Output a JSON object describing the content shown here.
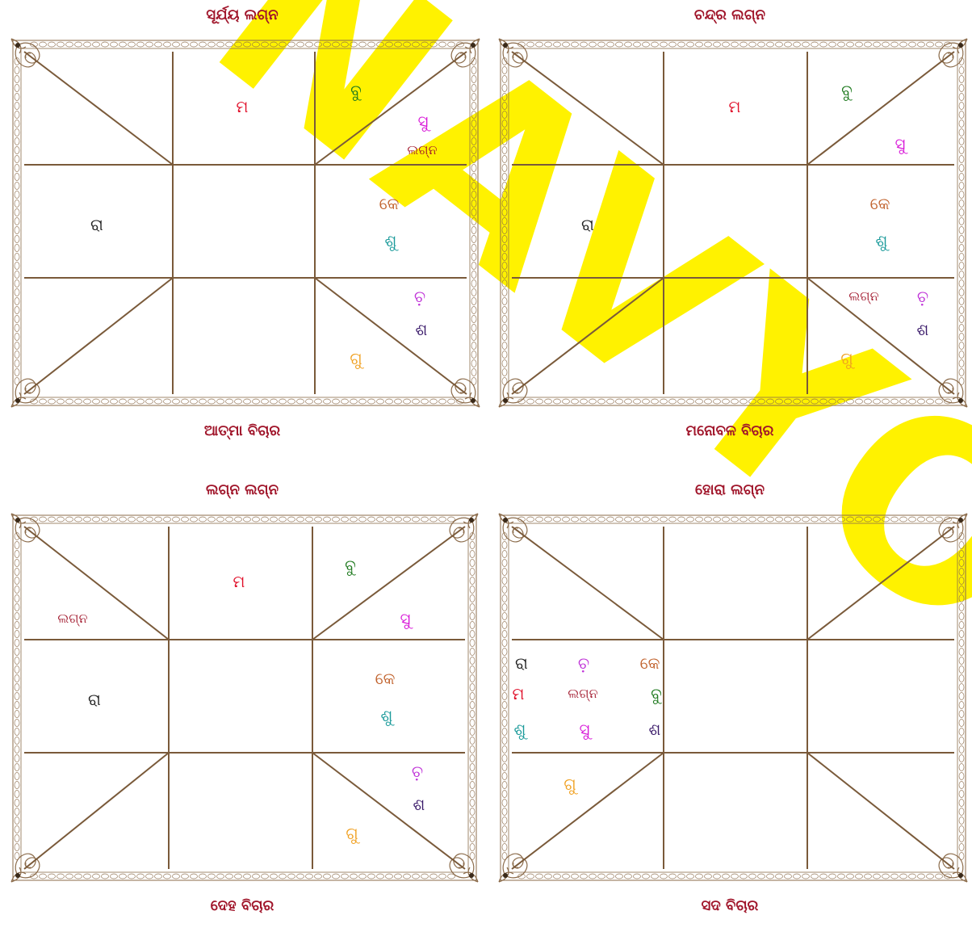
{
  "colors": {
    "title": "#a0152a",
    "line": "#7a5a3a",
    "border": "#8b6b4a",
    "watermark": "#fff200"
  },
  "watermark": {
    "text": "NAVYOTI"
  },
  "panels": [
    {
      "title": "ସୂର୍ଯ୍ୟ ଲଗ୍ନ",
      "subtitle": "ଆତ୍ମା ବିଚାର",
      "planets": [
        {
          "text": "ମ",
          "color": "#e0102a"
        },
        {
          "text": "ବୁ",
          "color": "#1f7a1f"
        },
        {
          "text": "ସୁ",
          "color": "#d81ad8"
        },
        {
          "text": "ଲଗ୍ନ",
          "color": "#a0152a"
        },
        {
          "text": "ରା",
          "color": "#222222"
        },
        {
          "text": "କେ",
          "color": "#c0602a"
        },
        {
          "text": "ଶୁ",
          "color": "#1a9a9a"
        },
        {
          "text": "ଚ଼",
          "color": "#c035d8"
        },
        {
          "text": "ଶ",
          "color": "#3a1a6a"
        },
        {
          "text": "ଗୁ",
          "color": "#f0a020"
        }
      ]
    },
    {
      "title": "ଚନ୍ଦ୍ର ଲଗ୍ନ",
      "subtitle": "ମନୋବଳ ବିଚାର",
      "planets": [
        {
          "text": "ମ",
          "color": "#e0102a"
        },
        {
          "text": "ବୁ",
          "color": "#1f7a1f"
        },
        {
          "text": "ସୁ",
          "color": "#d81ad8"
        },
        {
          "text": "ରା",
          "color": "#222222"
        },
        {
          "text": "କେ",
          "color": "#c0602a"
        },
        {
          "text": "ଶୁ",
          "color": "#1a9a9a"
        },
        {
          "text": "ଲଗ୍ନ",
          "color": "#a0152a"
        },
        {
          "text": "ଚ଼",
          "color": "#c035d8"
        },
        {
          "text": "ଶ",
          "color": "#3a1a6a"
        },
        {
          "text": "ଗୁ",
          "color": "#f0a020"
        }
      ]
    },
    {
      "title": "ଲଗ୍ନ ଲଗ୍ନ",
      "subtitle": "ଦେହ ବିଚାର",
      "planets": [
        {
          "text": "ମ",
          "color": "#e0102a"
        },
        {
          "text": "ବୁ",
          "color": "#1f7a1f"
        },
        {
          "text": "ଲଗ୍ନ",
          "color": "#a0152a"
        },
        {
          "text": "ସୁ",
          "color": "#d81ad8"
        },
        {
          "text": "ରା",
          "color": "#222222"
        },
        {
          "text": "କେ",
          "color": "#c0602a"
        },
        {
          "text": "ଶୁ",
          "color": "#1a9a9a"
        },
        {
          "text": "ଚ଼",
          "color": "#c035d8"
        },
        {
          "text": "ଶ",
          "color": "#3a1a6a"
        },
        {
          "text": "ଗୁ",
          "color": "#f0a020"
        }
      ]
    },
    {
      "title": "ହୋରା ଲଗ୍ନ",
      "subtitle": "ସଦ ବିଚାର",
      "planets": [
        {
          "text": "ରା",
          "color": "#222222"
        },
        {
          "text": "ଚ଼",
          "color": "#c035d8"
        },
        {
          "text": "କେ",
          "color": "#c0602a"
        },
        {
          "text": "ମ",
          "color": "#e0102a"
        },
        {
          "text": "ଲଗ୍ନ",
          "color": "#a0152a"
        },
        {
          "text": "ବୁ",
          "color": "#1f7a1f"
        },
        {
          "text": "ଶୁ",
          "color": "#1a9a9a"
        },
        {
          "text": "ସୁ",
          "color": "#d81ad8"
        },
        {
          "text": "ଶ",
          "color": "#3a1a6a"
        },
        {
          "text": "ଗୁ",
          "color": "#f0a020"
        }
      ]
    }
  ]
}
